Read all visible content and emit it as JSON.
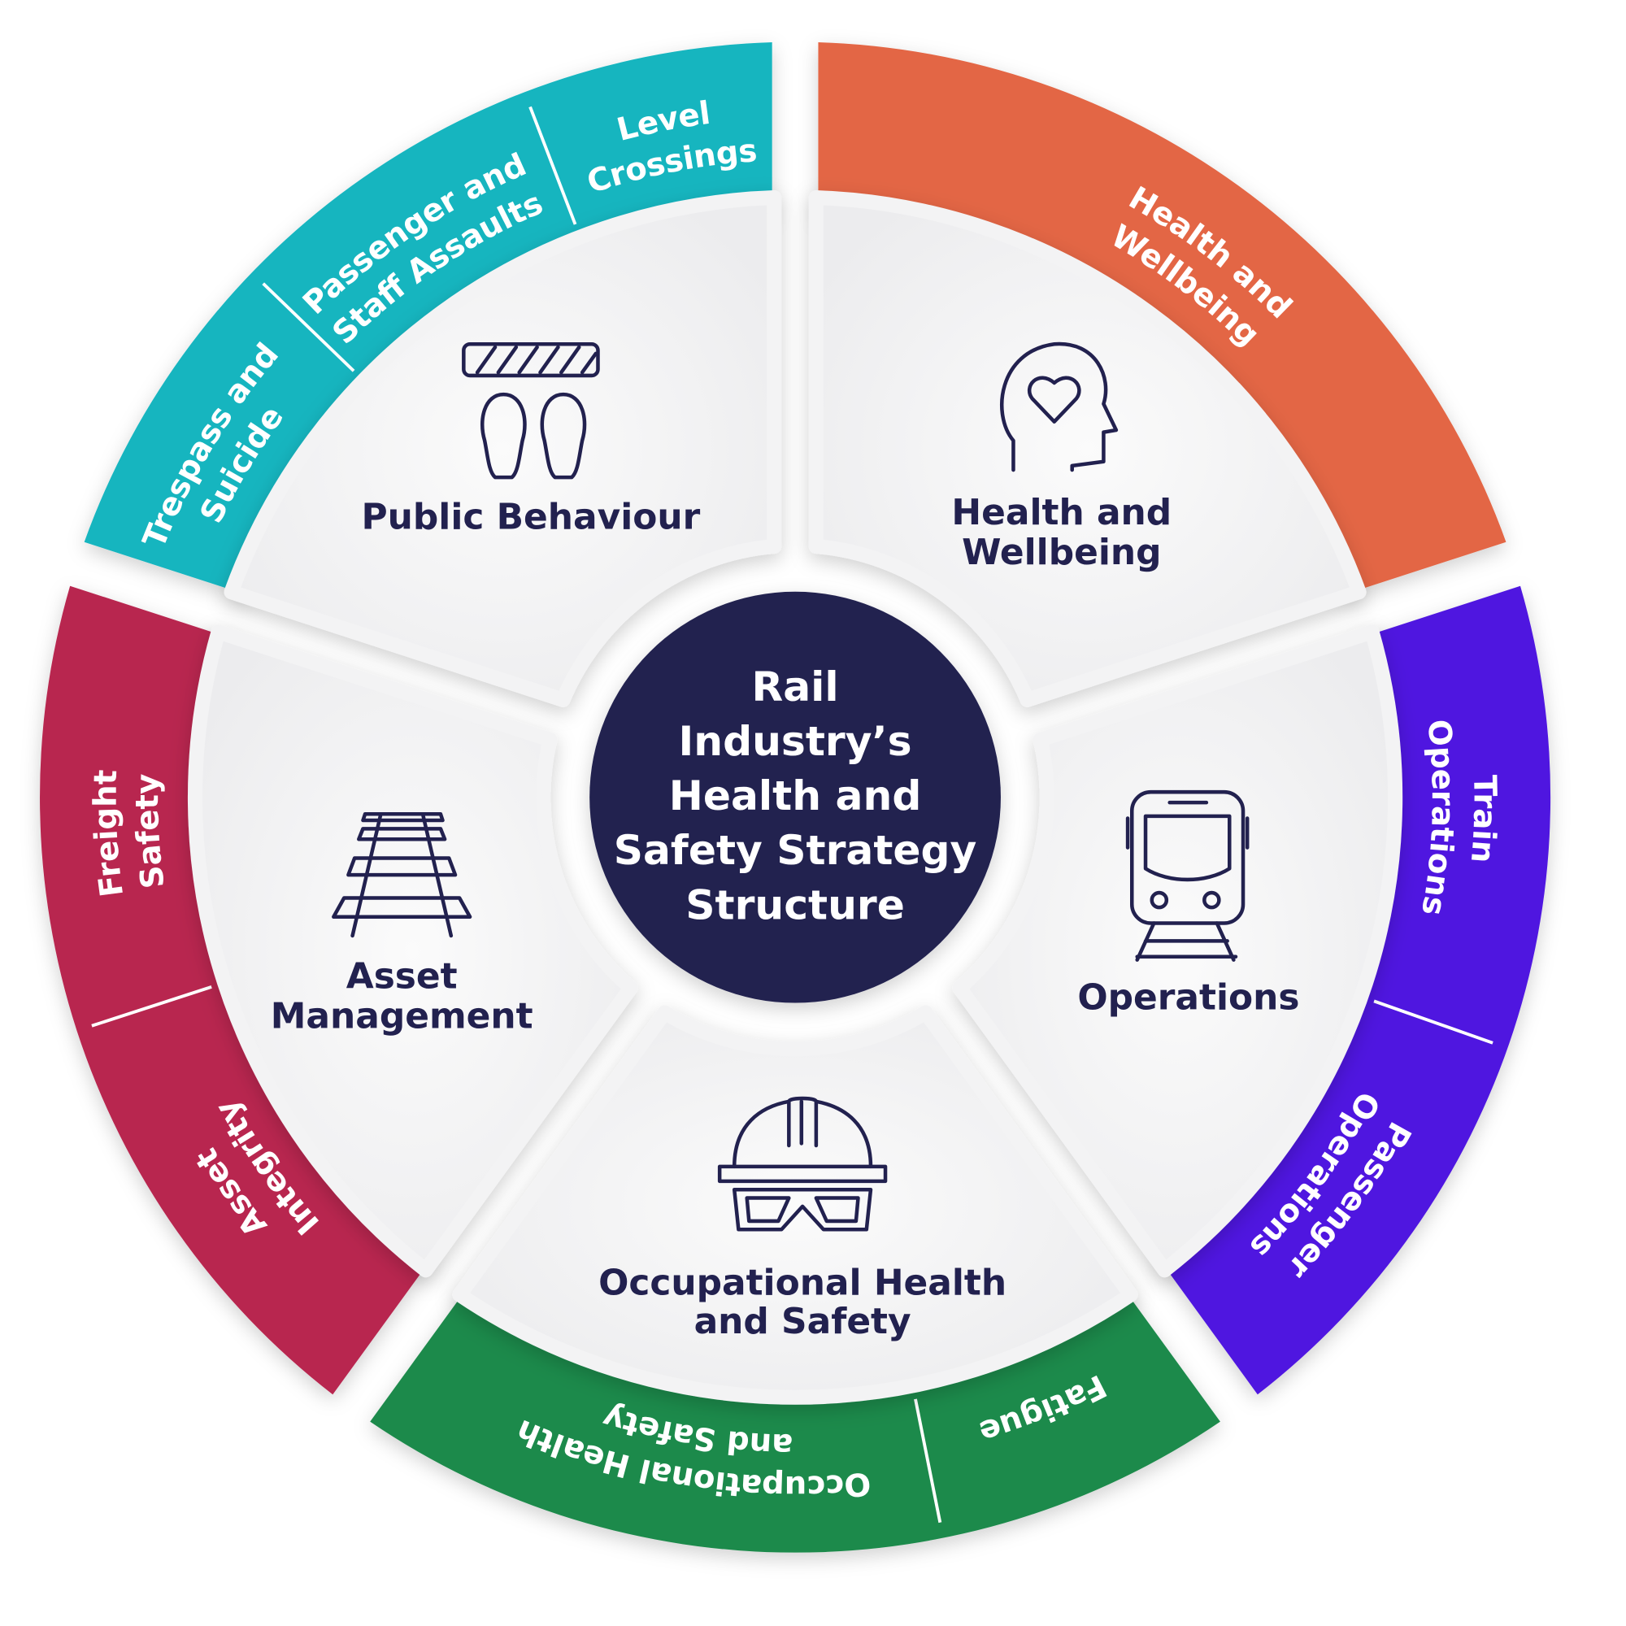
{
  "center": {
    "lines": [
      "Rail",
      "Industry’s",
      "Health and",
      "Safety Strategy",
      "Structure"
    ]
  },
  "colors": {
    "navy": "#22214f",
    "segment": "#f4f4f5"
  },
  "segments": [
    {
      "title_lines": [
        "Public Behaviour"
      ],
      "icon": "barrier-footprints-icon",
      "color": "#12b5bf",
      "sub_labels": [
        {
          "lines": [
            "Level",
            "Crossings"
          ]
        },
        {
          "lines": [
            "Passenger and",
            "Staff Assaults"
          ]
        },
        {
          "lines": [
            "Trespass and",
            "Suicide"
          ]
        }
      ]
    },
    {
      "title_lines": [
        "Health and",
        "Wellbeing"
      ],
      "icon": "head-heart-icon",
      "color": "#e36644",
      "sub_labels": [
        {
          "lines": [
            "Health and",
            "Wellbeing"
          ]
        }
      ]
    },
    {
      "title_lines": [
        "Operations"
      ],
      "icon": "train-icon",
      "color": "#4f17e0",
      "sub_labels": [
        {
          "lines": [
            "Train",
            "Operations"
          ]
        },
        {
          "lines": [
            "Passenger",
            "Operations"
          ]
        }
      ]
    },
    {
      "title_lines": [
        "Occupational Health",
        "and Safety"
      ],
      "icon": "hard-hat-goggles-icon",
      "color": "#1e8a4c",
      "sub_labels": [
        {
          "lines": [
            "Fatigue"
          ]
        },
        {
          "lines": [
            "Occupational Health",
            "and Safety"
          ]
        }
      ]
    },
    {
      "title_lines": [
        "Asset",
        "Management"
      ],
      "icon": "railway-track-icon",
      "color": "#b8254f",
      "sub_labels": [
        {
          "lines": [
            "Asset",
            "Integrity"
          ]
        },
        {
          "lines": [
            "Freight",
            "Safety"
          ]
        }
      ]
    }
  ]
}
